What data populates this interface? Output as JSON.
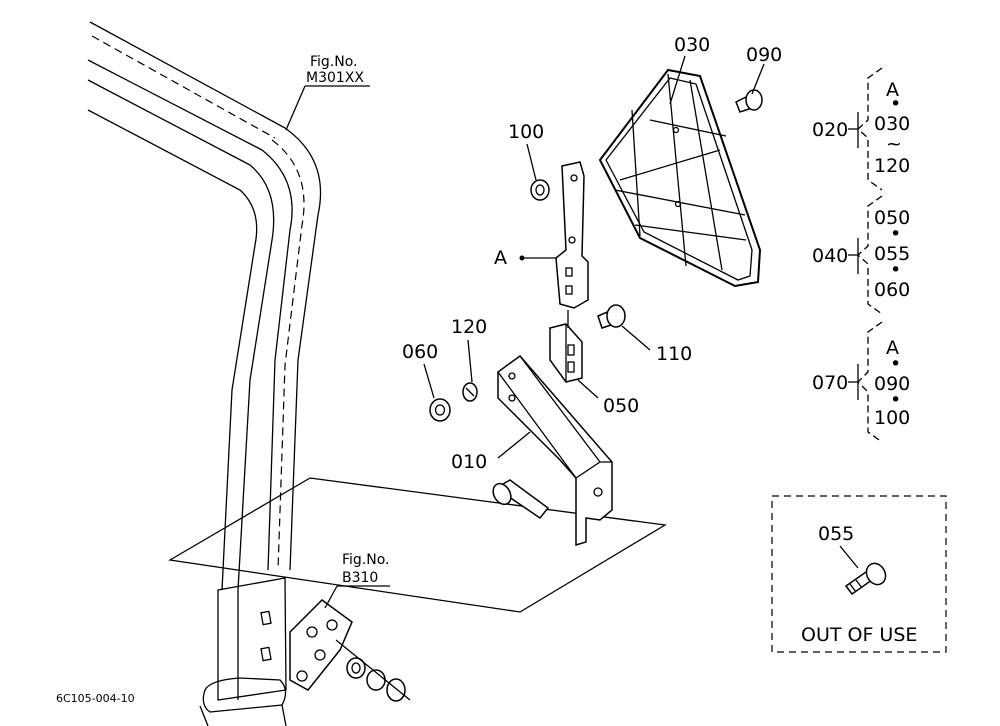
{
  "drawing_code": "6C105-004-10",
  "out_of_use": {
    "part": "055",
    "caption": "OUT OF USE"
  },
  "references": [
    {
      "title": "Fig.No.",
      "number": "M301XX"
    },
    {
      "title": "Fig.No.",
      "number": "B310"
    }
  ],
  "callouts": {
    "p030": "030",
    "p090": "090",
    "p100": "100",
    "pA": "A",
    "p120": "120",
    "p060": "060",
    "p110": "110",
    "p050": "050",
    "p010": "010"
  },
  "assemblies": [
    {
      "id": "020",
      "items": [
        "A",
        "030",
        "120"
      ],
      "separators": [
        "•",
        "~"
      ]
    },
    {
      "id": "040",
      "items": [
        "050",
        "055",
        "060"
      ],
      "separators": [
        "•",
        "•"
      ]
    },
    {
      "id": "070",
      "items": [
        "A",
        "090",
        "100"
      ],
      "separators": [
        "•",
        "•"
      ]
    }
  ]
}
